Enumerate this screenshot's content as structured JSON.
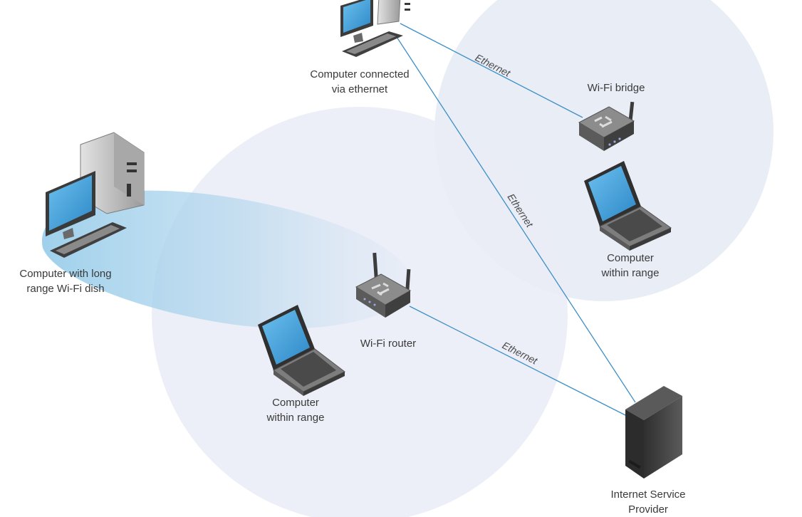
{
  "diagram": {
    "nodes": {
      "computer_ethernet": {
        "label_lines": [
          "Computer connected",
          "via ethernet"
        ]
      },
      "wifi_bridge": {
        "label_lines": [
          "Wi-Fi bridge"
        ]
      },
      "laptop_right": {
        "label_lines": [
          "Computer",
          "within range"
        ]
      },
      "computer_dish": {
        "label_lines": [
          "Computer with long",
          "range Wi-Fi dish"
        ]
      },
      "wifi_router": {
        "label_lines": [
          "Wi-Fi router"
        ]
      },
      "laptop_left": {
        "label_lines": [
          "Computer",
          "within range"
        ]
      },
      "isp": {
        "label_lines": [
          "Internet Service",
          "Provider"
        ]
      }
    },
    "links": {
      "pc_to_bridge": "Ethernet",
      "pc_to_isp": "Ethernet",
      "router_to_isp": "Ethernet"
    },
    "colors": {
      "coverage_fill": "#e9edf6",
      "coverage_overlap": "#dce2f0",
      "beam": "#9fcfe8",
      "link_line": "#3d8fc6",
      "screen": "#4aa8df",
      "device_dark": "#4b4b4b",
      "device_light": "#c9c9c9"
    }
  }
}
